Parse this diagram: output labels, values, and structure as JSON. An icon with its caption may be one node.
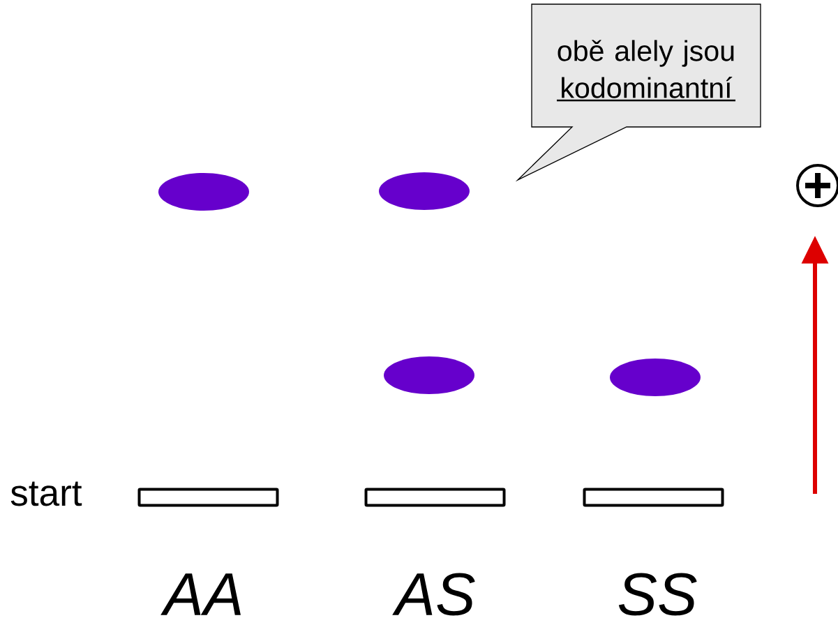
{
  "diagram": {
    "nodes": [
      {
        "text": [
          "obě alely jsou kodominantní"
        ]
      },
      {
        "text": [],
        "shape": "ellipse"
      },
      {
        "text": [],
        "shape": "ellipse"
      },
      {
        "text": [],
        "shape": "ellipse"
      },
      {
        "text": [],
        "shape": "ellipse"
      },
      {
        "text": [],
        "shape": "box"
      },
      {
        "text": [],
        "shape": "box"
      },
      {
        "text": [],
        "shape": "box"
      }
    ],
    "labels": [
      "start",
      "AA",
      "AS",
      "SS"
    ]
  }
}
